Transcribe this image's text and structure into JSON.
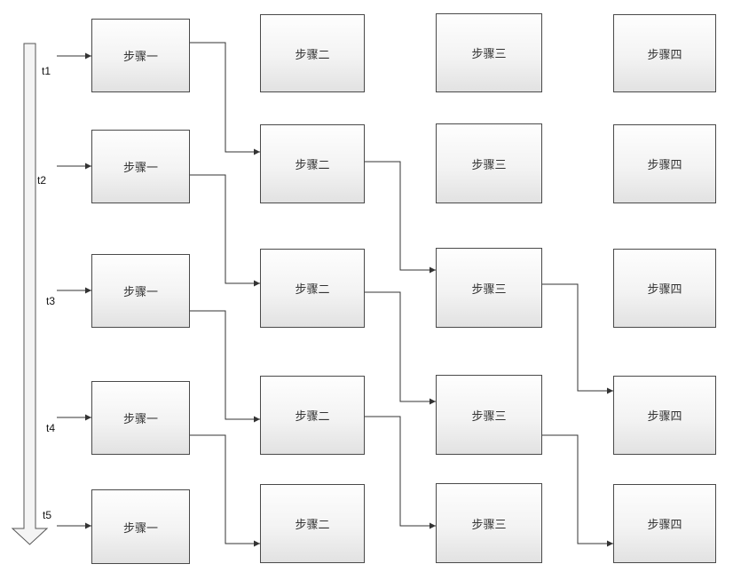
{
  "time_labels": [
    "t1",
    "t2",
    "t3",
    "t4",
    "t5"
  ],
  "steps": [
    "步骤一",
    "步骤二",
    "步骤三",
    "步骤四"
  ],
  "colors": {
    "line": "#333333",
    "border": "#4a4a4a"
  }
}
